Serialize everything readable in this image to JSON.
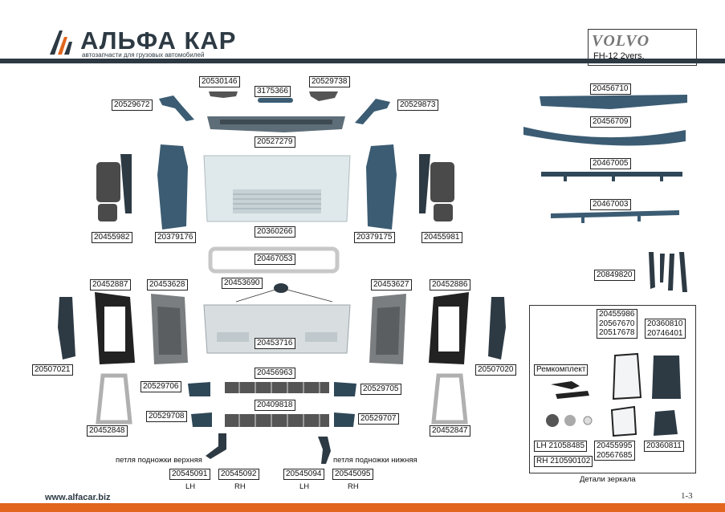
{
  "brand": {
    "name": "АЛЬФА КАР",
    "tagline": "автозапчасти для грузовых автомобилей",
    "website": "www.alfacar.biz"
  },
  "vehicle": {
    "make": "VOLVO",
    "model": "FH-12 2vers."
  },
  "page_number": "1-3",
  "colors": {
    "accent": "#e2661d",
    "dark_band": "#2d3a44",
    "part_blue": "#3b5c73"
  },
  "labels": {
    "p_20530146": "20530146",
    "p_3175366": "3175366",
    "p_20529738": "20529738",
    "p_20529672": "20529672",
    "p_20529873": "20529873",
    "p_20527279": "20527279",
    "p_20456710": "20456710",
    "p_20456709": "20456709",
    "p_20467005": "20467005",
    "p_20467003": "20467003",
    "p_20455982": "20455982",
    "p_20379176": "20379176",
    "p_20360266": "20360266",
    "p_20379175": "20379175",
    "p_20455981": "20455981",
    "p_20467053": "20467053",
    "p_20849820": "20849820",
    "p_20452887": "20452887",
    "p_20453628": "20453628",
    "p_20453690": "20453690",
    "p_20453627": "20453627",
    "p_20452886": "20452886",
    "p_20453716": "20453716",
    "p_20507021": "20507021",
    "p_20507020": "20507020",
    "p_20456963": "20456963",
    "p_20529706": "20529706",
    "p_20529705": "20529705",
    "p_20409818": "20409818",
    "p_20529708": "20529708",
    "p_20529707": "20529707",
    "p_20452848": "20452848",
    "p_20452847": "20452847",
    "p_20545091": "20545091",
    "p_20545092": "20545092",
    "p_20545094": "20545094",
    "p_20545095": "20545095"
  },
  "captions": {
    "step_upper": "петля подножки верхняя",
    "step_lower": "петля подножки нижняя",
    "lh1": "LH",
    "rh1": "RH",
    "lh2": "LH",
    "rh2": "RH"
  },
  "mirror_box": {
    "glass_lines": [
      "20455986",
      "20567670",
      "20517678"
    ],
    "cover_lines": [
      "20360810",
      "20746401"
    ],
    "repair_kit": "Ремкомплект",
    "kit_lh": "LH 21058485",
    "kit_rh": "RH 210590102",
    "small_glass_lines": [
      "20455995",
      "20567685"
    ],
    "small_cover": "20360811",
    "footer": "Детали зеркала"
  }
}
